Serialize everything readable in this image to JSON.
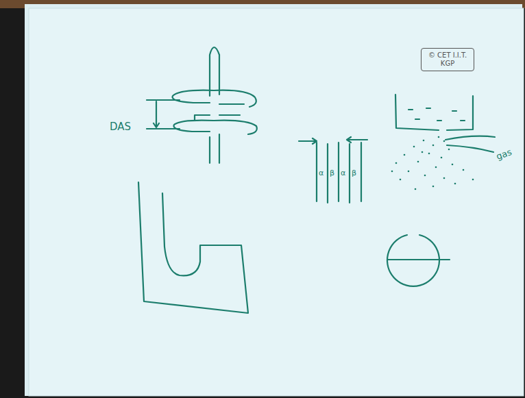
{
  "diagram": {
    "nodes": [
      {
        "text": [
          "© CET I.I.T. KGP"
        ]
      }
    ],
    "labels": [
      "DAS",
      "α",
      "β",
      "α",
      "β",
      "gas"
    ]
  }
}
